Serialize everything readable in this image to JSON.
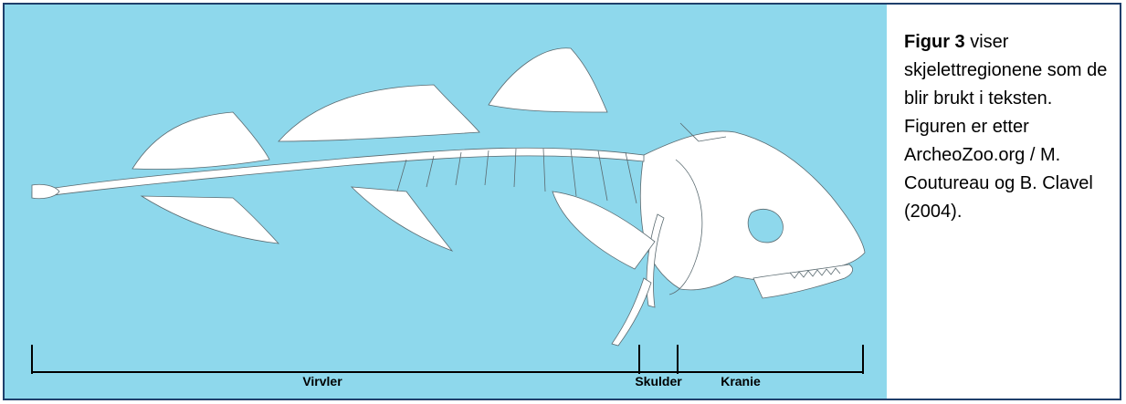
{
  "figure": {
    "colors": {
      "background": "#8ed8ec",
      "bone": "#ffffff",
      "outline": "#5a6a70",
      "frame_border": "#1f3f6b"
    },
    "regions": [
      {
        "key": "vertebrae",
        "label": "Virvler"
      },
      {
        "key": "shoulder",
        "label": "Skulder"
      },
      {
        "key": "cranium",
        "label": "Kranie"
      }
    ]
  },
  "caption": {
    "figure_ref": "Figur 3",
    "text": " viser skjelettregionene som de blir brukt i teksten. Figuren er etter ArcheoZoo.org / M. Coutureau og B. Clavel (2004)."
  }
}
